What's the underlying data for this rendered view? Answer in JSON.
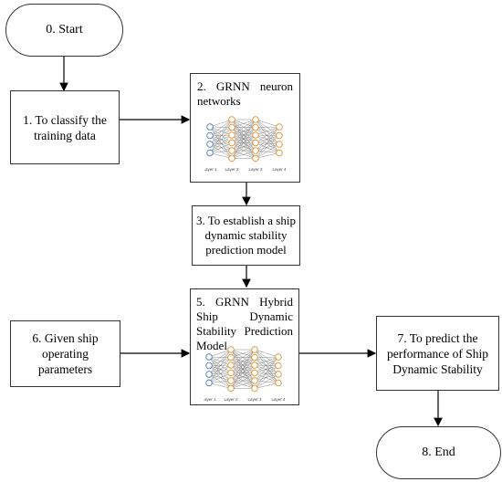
{
  "nodes": {
    "start": "0. Start",
    "classify": "1. To classify the training data",
    "grnn": "2. GRNN neuron networks",
    "establish": "3. To establish a ship dynamic stability prediction model",
    "hybrid": "5. GRNN Hybrid Ship Dynamic Stability Prediction Model",
    "given": "6. Given ship operating parameters",
    "predict": "7. To predict the performance of Ship Dynamic Stability",
    "end": "8. End"
  },
  "network_layers": [
    "Layer 1",
    "Layer 2",
    "Layer 3",
    "Layer 4"
  ],
  "colors": {
    "input_nodes": "#4a7bbf",
    "hidden_nodes": "#e8902a",
    "edges": "#555555",
    "border": "#333333"
  }
}
